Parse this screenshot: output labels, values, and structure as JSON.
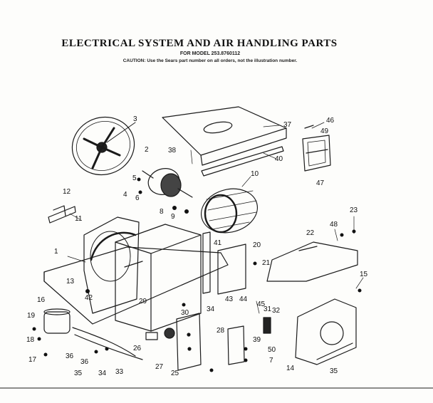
{
  "header": {
    "title": "ELECTRICAL SYSTEM AND AIR HANDLING PARTS",
    "model": "FOR MODEL 253.8760112",
    "caution": "CAUTION: Use the Sears part number on all orders, not the illustration number."
  },
  "callouts": [
    {
      "id": "c1",
      "text": "1"
    },
    {
      "id": "c2",
      "text": "2"
    },
    {
      "id": "c3",
      "text": "3"
    },
    {
      "id": "c4",
      "text": "4"
    },
    {
      "id": "c5",
      "text": "5"
    },
    {
      "id": "c6",
      "text": "6"
    },
    {
      "id": "c7",
      "text": "7"
    },
    {
      "id": "c8",
      "text": "8"
    },
    {
      "id": "c9",
      "text": "9"
    },
    {
      "id": "c10",
      "text": "10"
    },
    {
      "id": "c11",
      "text": "11"
    },
    {
      "id": "c12",
      "text": "12"
    },
    {
      "id": "c13",
      "text": "13"
    },
    {
      "id": "c14",
      "text": "14"
    },
    {
      "id": "c15",
      "text": "15"
    },
    {
      "id": "c16",
      "text": "16"
    },
    {
      "id": "c17",
      "text": "17"
    },
    {
      "id": "c18",
      "text": "18"
    },
    {
      "id": "c19",
      "text": "19"
    },
    {
      "id": "c20",
      "text": "20"
    },
    {
      "id": "c21",
      "text": "21"
    },
    {
      "id": "c22",
      "text": "22"
    },
    {
      "id": "c23",
      "text": "23"
    },
    {
      "id": "c25",
      "text": "25"
    },
    {
      "id": "c26",
      "text": "26"
    },
    {
      "id": "c27",
      "text": "27"
    },
    {
      "id": "c28",
      "text": "28"
    },
    {
      "id": "c29",
      "text": "29"
    },
    {
      "id": "c30",
      "text": "30"
    },
    {
      "id": "c31",
      "text": "31"
    },
    {
      "id": "c32",
      "text": "32"
    },
    {
      "id": "c33",
      "text": "33"
    },
    {
      "id": "c34",
      "text": "34"
    },
    {
      "id": "c35",
      "text": "35"
    },
    {
      "id": "c36",
      "text": "36"
    },
    {
      "id": "c37",
      "text": "37"
    },
    {
      "id": "c38",
      "text": "38"
    },
    {
      "id": "c39",
      "text": "39"
    },
    {
      "id": "c40",
      "text": "40"
    },
    {
      "id": "c41",
      "text": "41"
    },
    {
      "id": "c42",
      "text": "42"
    },
    {
      "id": "c43",
      "text": "43"
    },
    {
      "id": "c44",
      "text": "44"
    },
    {
      "id": "c45",
      "text": "45"
    },
    {
      "id": "c46",
      "text": "46"
    },
    {
      "id": "c47",
      "text": "47"
    },
    {
      "id": "c48",
      "text": "48"
    },
    {
      "id": "c49",
      "text": "49"
    },
    {
      "id": "c50",
      "text": "50"
    },
    {
      "id": "c35b",
      "text": "35"
    },
    {
      "id": "c36b",
      "text": "36"
    },
    {
      "id": "c34b",
      "text": "34"
    }
  ]
}
